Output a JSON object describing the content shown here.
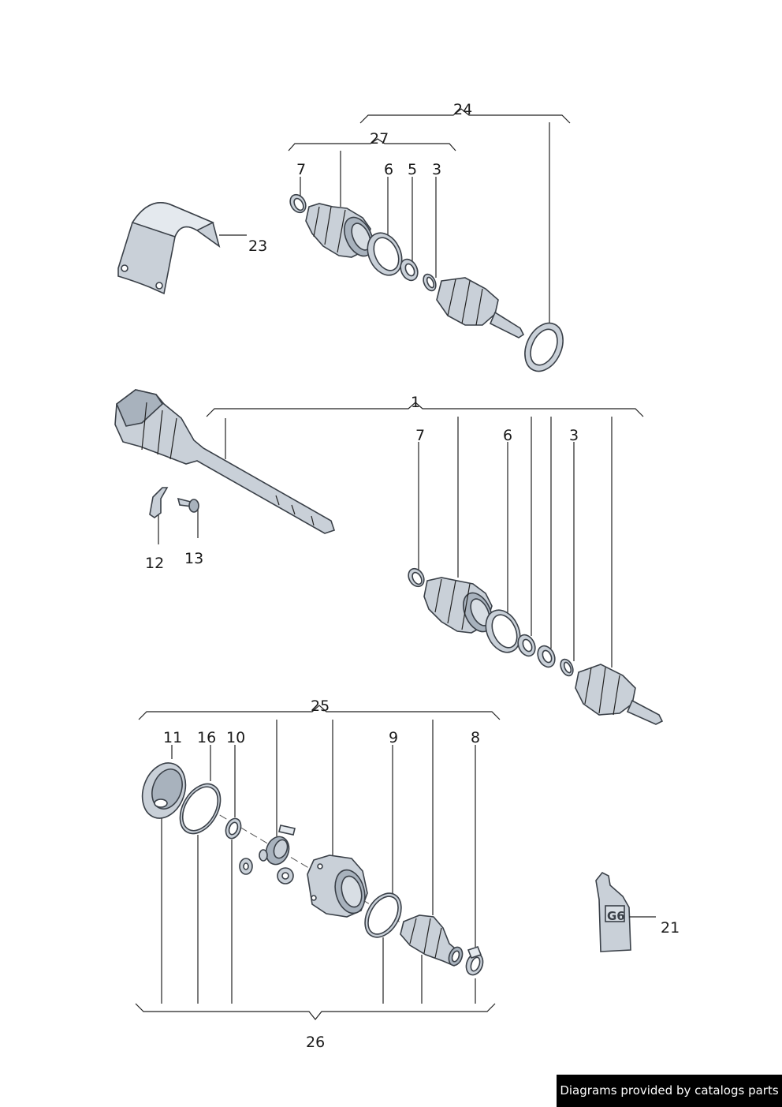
{
  "callouts": {
    "c1": "1",
    "c3a": "3",
    "c3b": "3",
    "c5": "5",
    "c6a": "6",
    "c6b": "6",
    "c7a": "7",
    "c7b": "7",
    "c8": "8",
    "c9": "9",
    "c10": "10",
    "c11": "11",
    "c12": "12",
    "c13": "13",
    "c16": "16",
    "c21": "21",
    "c23": "23",
    "c24": "24",
    "c25": "25",
    "c26": "26",
    "c27": "27"
  },
  "grease_tube_label": "G6",
  "credit": "Diagrams provided by catalogs parts",
  "colors": {
    "part_fill": "#c9d0d8",
    "part_stroke": "#3a4048",
    "credit_background": "#000000"
  }
}
